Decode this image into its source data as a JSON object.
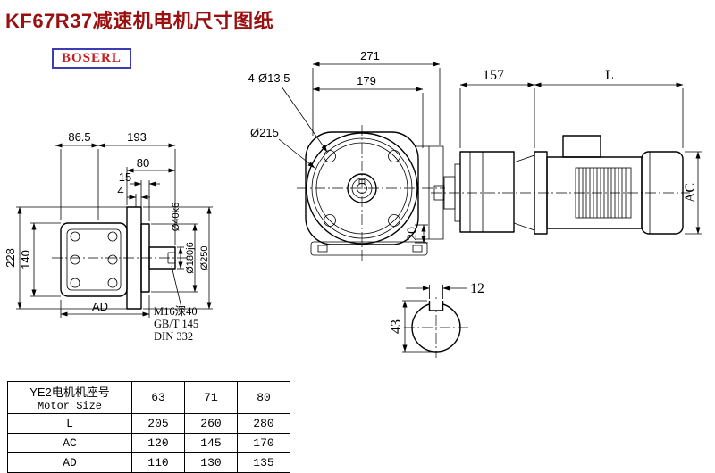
{
  "colors": {
    "title": "#9a1010",
    "brand_text": "#c21f1f",
    "brand_border": "#3c3cb4",
    "line": "#000000"
  },
  "page": {
    "title": "KF67R37减速机电机尺寸图纸",
    "brand": "BOSERL"
  },
  "views": {
    "left": {
      "d86_5": "86.5",
      "d193": "193",
      "d80": "80",
      "d15": "15",
      "d4": "4",
      "d228": "228",
      "d140": "140",
      "dAD": "AD",
      "shaft_dia": "Ø40k6",
      "spigot_dia": "Ø180j6",
      "flange_dia": "Ø250",
      "note1": "M16深40",
      "note2": "GB/T 145",
      "note3": "DIN 332"
    },
    "front": {
      "d271": "271",
      "d179": "179",
      "bolt_holes": "4-Ø13.5",
      "flange_circle": "Ø215",
      "d20": "20"
    },
    "side": {
      "d157": "157",
      "dL": "L",
      "dAC": "AC"
    },
    "section": {
      "d12": "12",
      "d43": "43"
    }
  },
  "table": {
    "header_cn": "YE2电机机座号",
    "header_en": "Motor Size",
    "columns": [
      "63",
      "71",
      "80"
    ],
    "rows": [
      {
        "label": "L",
        "values": [
          "205",
          "260",
          "280"
        ]
      },
      {
        "label": "AC",
        "values": [
          "120",
          "145",
          "170"
        ]
      },
      {
        "label": "AD",
        "values": [
          "110",
          "130",
          "135"
        ]
      }
    ]
  }
}
